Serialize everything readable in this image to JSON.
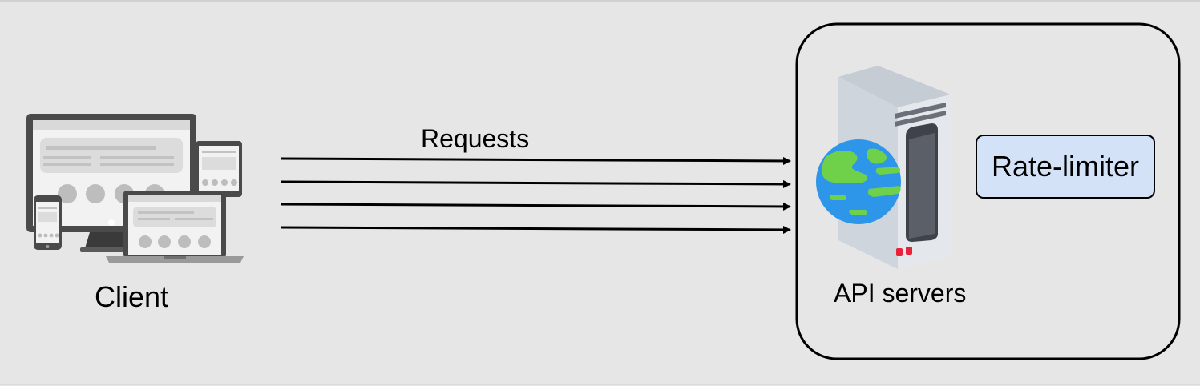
{
  "client": {
    "label": "Client"
  },
  "requests": {
    "label": "Requests",
    "arrow_count": 4
  },
  "server_box": {
    "label": "API servers",
    "component": "Rate-limiter"
  },
  "colors": {
    "background": "#e6e6e6",
    "rate_limiter_fill": "#d4e2f7",
    "globe_ocean": "#2e96e8",
    "globe_land": "#6fd14a",
    "server_body": "#d8dde3",
    "server_led": "#e8223a"
  },
  "icons": [
    "devices-icon",
    "server-icon",
    "globe-icon"
  ]
}
